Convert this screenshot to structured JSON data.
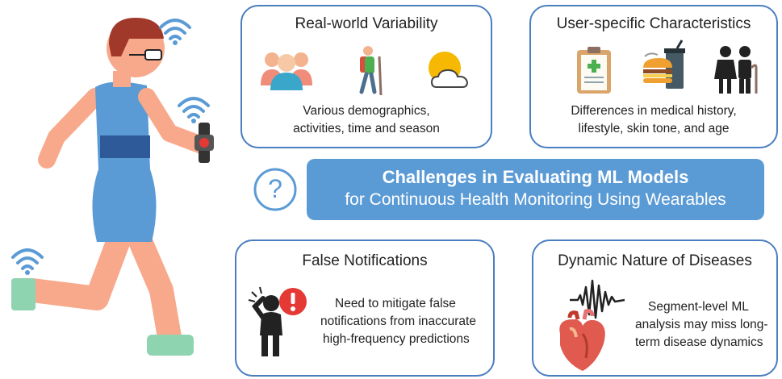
{
  "banner": {
    "line1": "Challenges in Evaluating ML Models",
    "line2": "for Continuous Health Monitoring Using Wearables"
  },
  "boxes": {
    "real_world": {
      "title": "Real-world Variability",
      "line1": "Various demographics,",
      "line2": "activities, time and season"
    },
    "user_specific": {
      "title": "User-specific Characteristics",
      "line1": "Differences in medical history,",
      "line2": "lifestyle, skin tone, and age"
    },
    "false_notifications": {
      "title": "False Notifications",
      "line1": "Need to mitigate false",
      "line2": "notifications from inaccurate",
      "line3": "high-frequency predictions"
    },
    "dynamic_diseases": {
      "title": "Dynamic Nature of Diseases",
      "line1": "Segment-level ML",
      "line2": "analysis may miss long-",
      "line3": "term disease dynamics"
    }
  },
  "colors": {
    "accent_blue": "#5b9bd5",
    "border_blue": "#4a7ec0",
    "skin": "#f8a98c",
    "shirt": "#5b9bd5",
    "hair": "#a0392a",
    "shoe": "#8fd4b0",
    "alert_red": "#e53935"
  },
  "icons": [
    "runner-figure",
    "wifi-icon",
    "smartwatch-icon",
    "question-icon",
    "people-group-icon",
    "hiker-icon",
    "sun-cloud-icon",
    "clipboard-icon",
    "junk-food-icon",
    "elderly-couple-icon",
    "stressed-person-icon",
    "alert-icon",
    "ecg-wave-icon",
    "heart-icon"
  ]
}
